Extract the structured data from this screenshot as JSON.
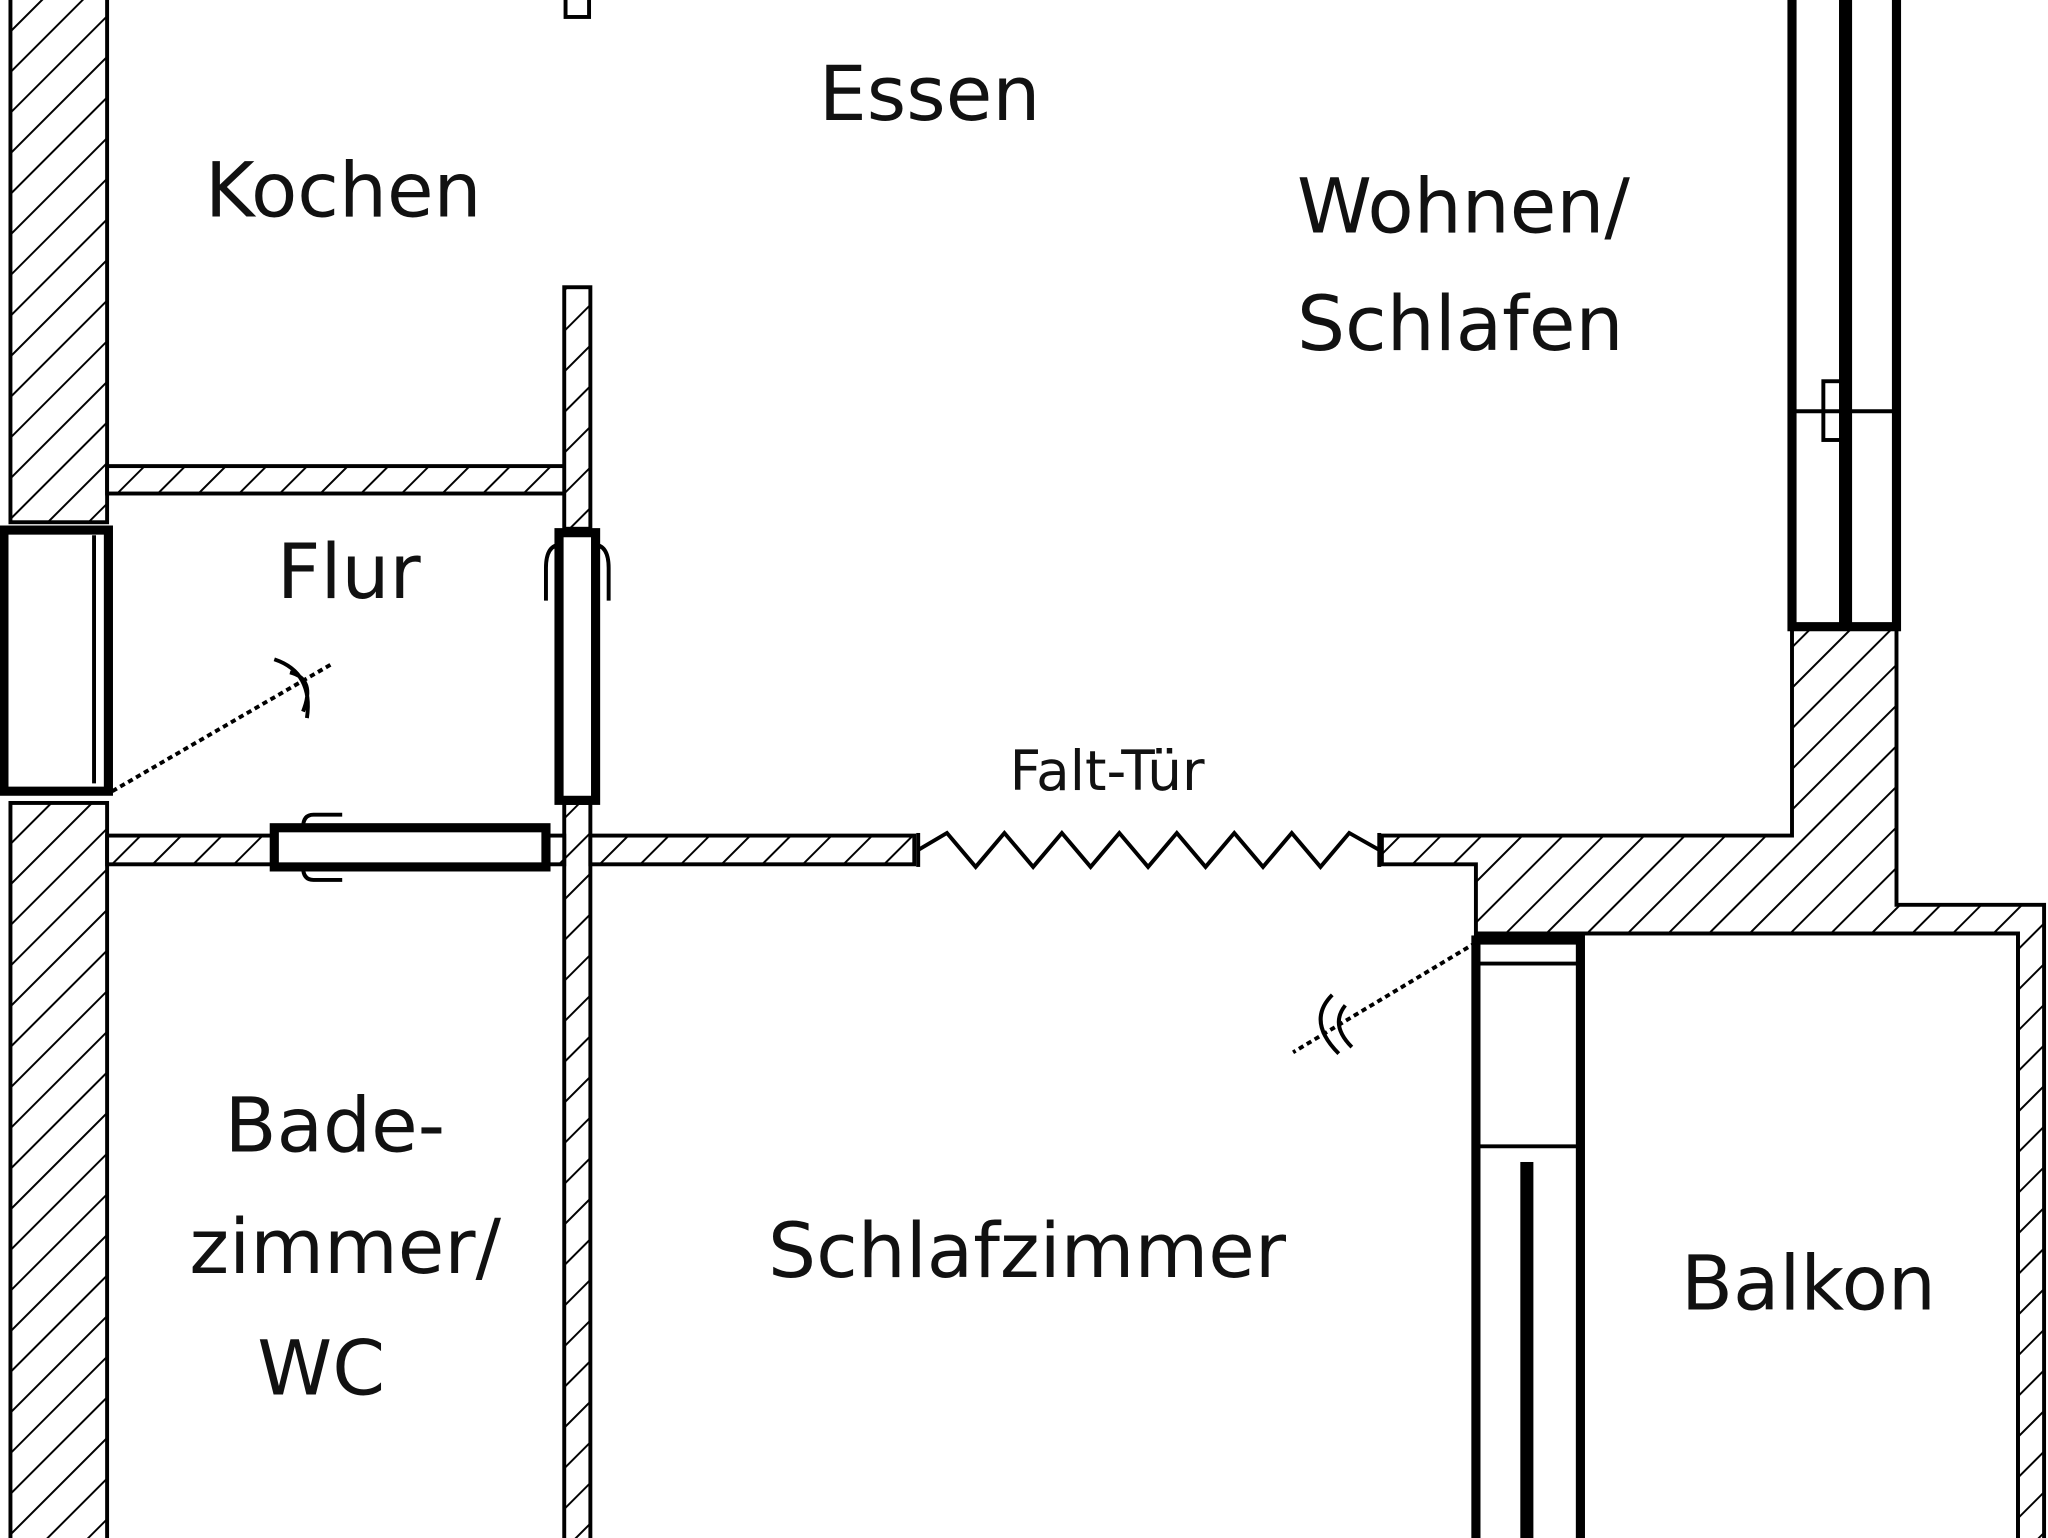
{
  "plan": {
    "rooms": {
      "kochen": "Kochen",
      "essen": "Essen",
      "wohnen_line1": "Wohnen/",
      "wohnen_line2": "Schlafen",
      "flur": "Flur",
      "bad_line1": "Bade-",
      "bad_line2": "zimmer/",
      "bad_line3": "WC",
      "schlafzimmer": "Schlafzimmer",
      "balkon": "Balkon"
    },
    "annotations": {
      "folding_door": "Falt-Tür"
    }
  }
}
